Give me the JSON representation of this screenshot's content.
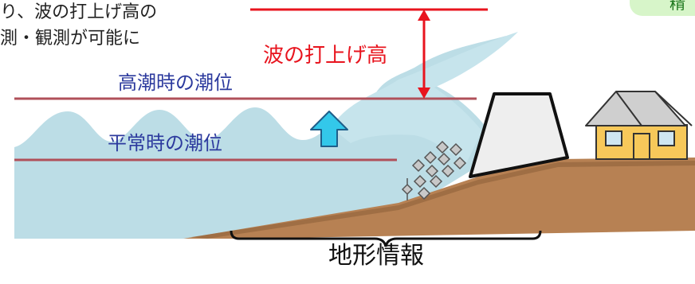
{
  "intro_lines": [
    "り、波の打上げ高の",
    "測・観測が可能に"
  ],
  "labels": {
    "runup": "波の打上げ高",
    "high_tide": "高潮時の潮位",
    "normal_tide": "平常時の潮位",
    "terrain": "地形情報",
    "corner": "精"
  },
  "colors": {
    "sea": "#bcdde6",
    "sea_dark": "#a7cdd8",
    "tide_line": "#b0505a",
    "runup": "#e8141e",
    "tide_text": "#2c3a9e",
    "ground": "#b78153",
    "ground_dark": "#8c5e38",
    "arrow": "#33c8ea",
    "house_wall": "#f7c85a",
    "house_roof": "#cfcfcf",
    "blocks": "#c8c8c8",
    "seawall": "#eeeeee",
    "corner_box": "#d7f5c9"
  },
  "icons": [
    "up-arrow-icon",
    "bracket-icon",
    "house-icon",
    "tetrapod-icon"
  ]
}
